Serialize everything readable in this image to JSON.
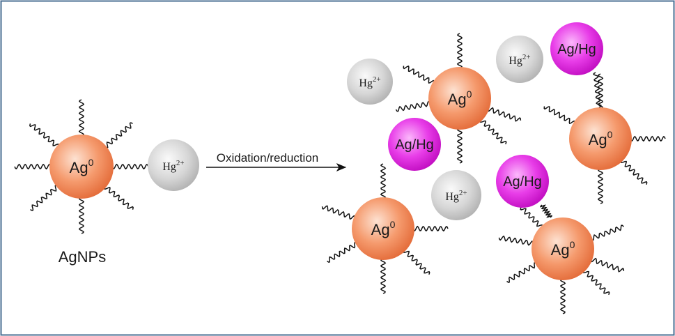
{
  "colors": {
    "frame": "#4a6f93",
    "silver_particle": "#f08a5d",
    "mercury_ion": "#c9c9c9",
    "amalgam": "#e020e0"
  },
  "labels": {
    "silver_symbol": "Ag",
    "silver_oxidation_state": "0",
    "mercury_symbol": "Hg",
    "mercury_charge": "2+",
    "amalgam": "Ag/Hg",
    "nanoparticles": "AgNPs",
    "reaction": "Oxidation/reduction"
  },
  "icons": {
    "arrow": "arrow-right-icon"
  }
}
